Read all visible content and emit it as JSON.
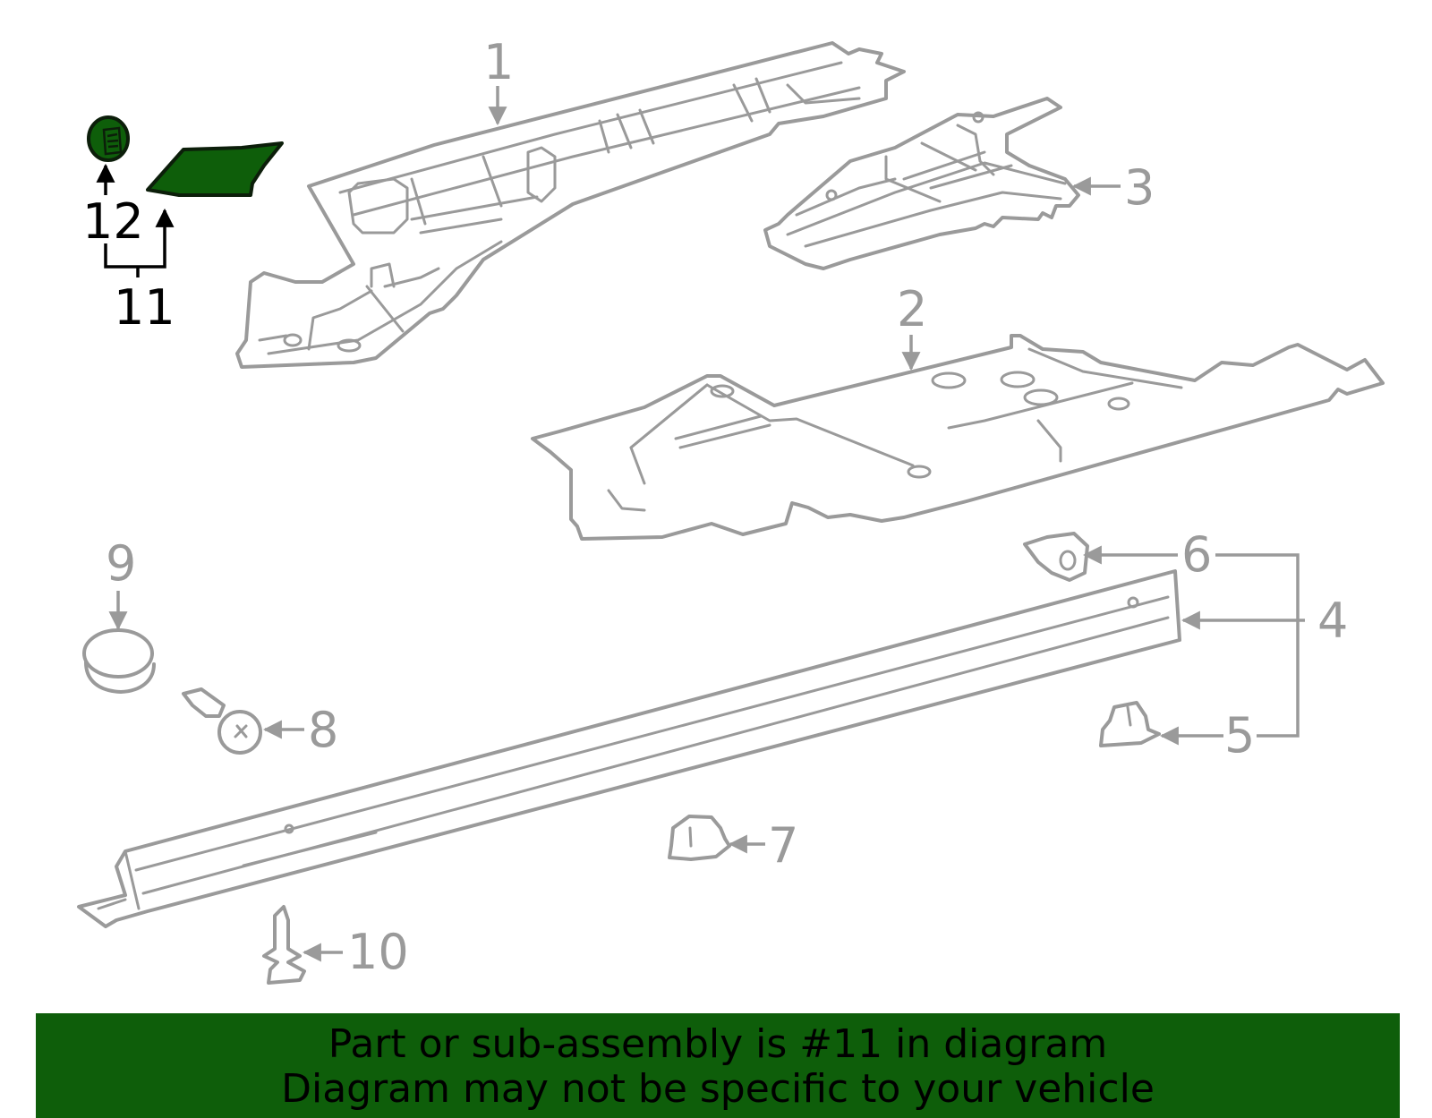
{
  "callouts": {
    "c1": "1",
    "c2": "2",
    "c3": "3",
    "c4": "4",
    "c5": "5",
    "c6": "6",
    "c7": "7",
    "c8": "8",
    "c9": "9",
    "c10": "10",
    "c11": "11",
    "c12": "12"
  },
  "banner": {
    "line1": "Part or sub-assembly is #11 in diagram",
    "line2": "Diagram may not be specific to your vehicle"
  },
  "colors": {
    "highlight": "#0e5e0a",
    "outline": "#9a9a9a",
    "banner": "#0e5e0a"
  }
}
